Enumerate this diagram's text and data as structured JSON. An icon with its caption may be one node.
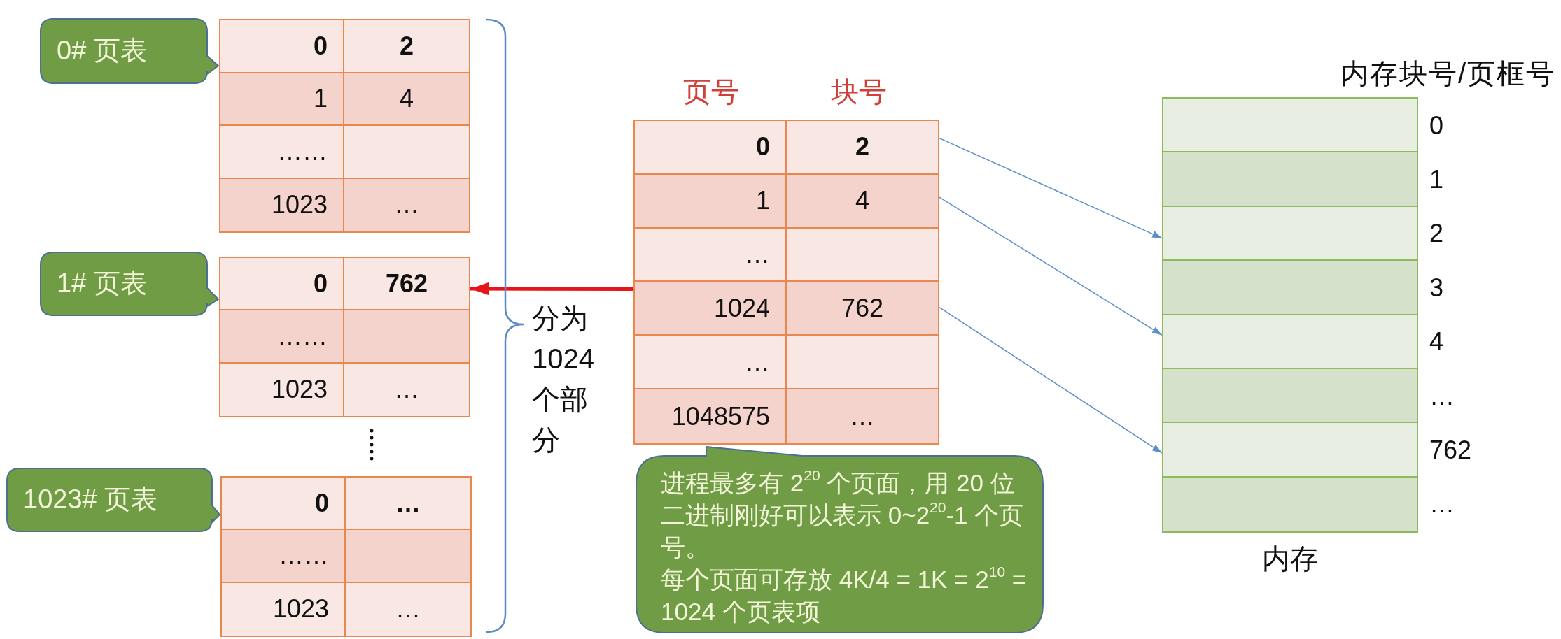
{
  "diagram": {
    "nodes": [
      {
        "text": [
          "0# 页表"
        ]
      },
      {
        "text": [],
        "shape": "box"
      },
      {
        "text": [
          "0"
        ],
        "in": 1
      },
      {
        "text": [
          "2"
        ],
        "in": 1
      },
      {
        "text": [
          "1"
        ],
        "in": 1
      },
      {
        "text": [
          "4"
        ],
        "in": 1
      },
      {
        "text": [
          "……"
        ],
        "in": 1
      },
      {
        "text": [],
        "shape": "box",
        "in": 1
      },
      {
        "text": [
          "1023"
        ],
        "in": 1
      },
      {
        "text": [
          "…"
        ],
        "in": 1
      },
      {
        "text": [
          "1# 页表"
        ]
      },
      {
        "text": [],
        "shape": "box"
      },
      {
        "text": [
          "0"
        ],
        "in": 11
      },
      {
        "text": [
          "762"
        ],
        "in": 11
      },
      {
        "text": [
          "……"
        ],
        "in": 11
      },
      {
        "text": [],
        "shape": "box",
        "in": 11
      },
      {
        "text": [
          "1023"
        ],
        "in": 11
      },
      {
        "text": [
          "…"
        ],
        "in": 11
      },
      {
        "text": [
          "1023# 页表"
        ]
      },
      {
        "text": [],
        "shape": "box"
      },
      {
        "text": [
          "0"
        ],
        "in": 19
      },
      {
        "text": [
          "…"
        ],
        "in": 19
      },
      {
        "text": [
          "……"
        ],
        "in": 19
      },
      {
        "text": [],
        "shape": "box",
        "in": 19
      },
      {
        "text": [
          "1023"
        ],
        "in": 19
      },
      {
        "text": [
          "…"
        ],
        "in": 19
      },
      {
        "text": [],
        "shape": "box"
      },
      {
        "text": [
          "0"
        ],
        "in": 26
      },
      {
        "text": [
          "2"
        ],
        "in": 26
      },
      {
        "text": [
          "1"
        ],
        "in": 26
      },
      {
        "text": [
          "4"
        ],
        "in": 26
      },
      {
        "text": [
          "…"
        ],
        "in": 26
      },
      {
        "text": [],
        "shape": "box",
        "in": 26
      },
      {
        "text": [
          "1024"
        ],
        "in": 26
      },
      {
        "text": [
          "762"
        ],
        "in": 26
      },
      {
        "text": [
          "…"
        ],
        "in": 26
      },
      {
        "text": [],
        "shape": "box",
        "in": 26
      },
      {
        "text": [
          "1048575"
        ],
        "in": 26
      },
      {
        "text": [
          "…"
        ],
        "in": 26
      },
      {
        "text": [
          "进程最多有 2$^{20}$ 个页面，用 20 位二进制刚好可以表示 0~2$^{20}$-1 个页号。",
          "每个页面可存放 4K/4 = 1K = 2$^{10}$ = 1024 个页表项"
        ]
      },
      {
        "text": [],
        "shape": "box",
        "beside": [
          "内存"
        ]
      },
      {
        "text": [],
        "shape": "box",
        "in": 40,
        "beside": [
          "0"
        ]
      },
      {
        "text": [],
        "shape": "box",
        "in": 40,
        "beside": [
          "1"
        ]
      },
      {
        "text": [],
        "shape": "box",
        "in": 40,
        "beside": [
          "2"
        ]
      },
      {
        "text": [],
        "shape": "box",
        "in": 40,
        "beside": [
          "3"
        ]
      },
      {
        "text": [],
        "shape": "box",
        "in": 40,
        "beside": [
          "4"
        ]
      },
      {
        "text": [],
        "shape": "box",
        "in": 40,
        "beside": [
          "…"
        ]
      },
      {
        "text": [],
        "shape": "box",
        "in": 40,
        "beside": [
          "762"
        ]
      },
      {
        "text": [],
        "shape": "box",
        "in": 40,
        "beside": [
          "…"
        ]
      }
    ],
    "edges": [
      {
        "from": 28,
        "to": 43,
        "arrow": "to"
      },
      {
        "from": 30,
        "to": 45,
        "arrow": "to"
      },
      {
        "from": 34,
        "to": 47,
        "arrow": "to"
      },
      {
        "from": 33,
        "to": 11,
        "arrow": "to",
        "style": "thick",
        "color": "#e8141c"
      }
    ],
    "labels": [
      "页号",
      "块号",
      "内存块号/页框号",
      "分为1024个部分"
    ]
  }
}
